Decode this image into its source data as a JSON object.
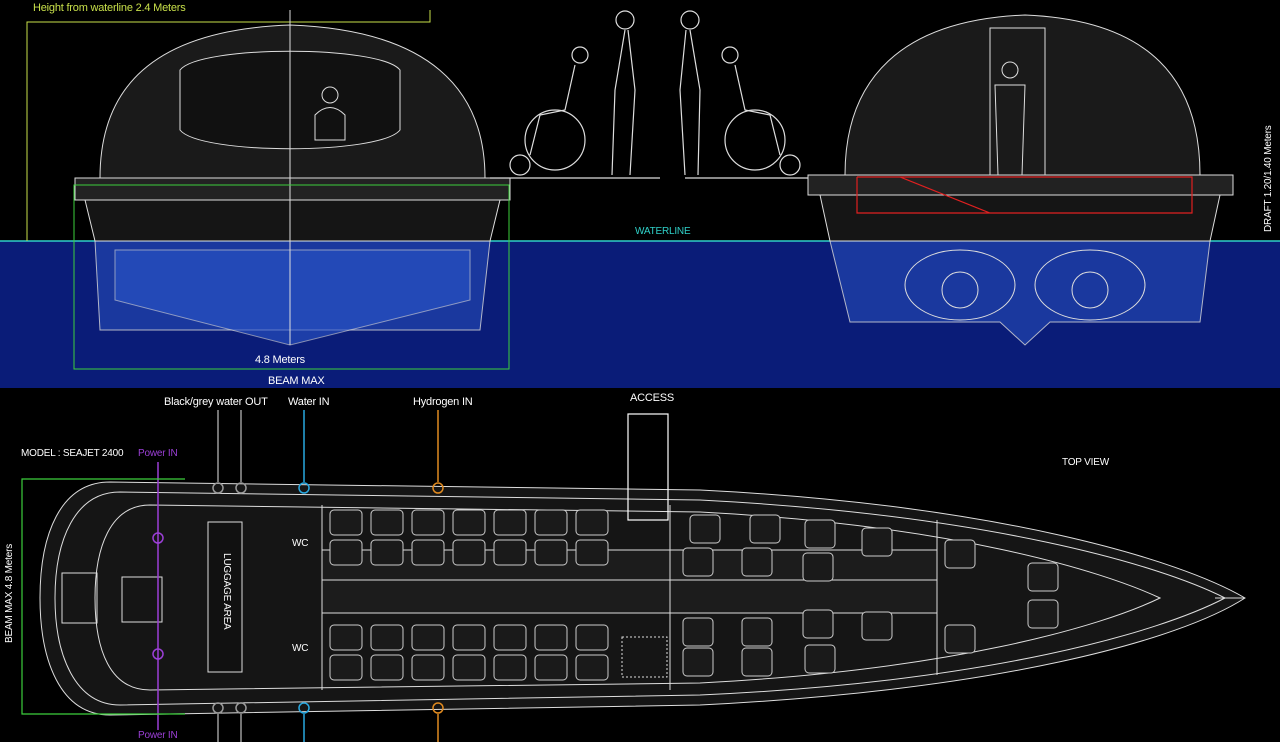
{
  "labels": {
    "height": "Height from waterline 2.4 Meters",
    "waterline": "WATERLINE",
    "draft": "DRAFT 1.20/1.40 Meters",
    "width": "4.8 Meters",
    "beam_max": "BEAM MAX",
    "black_grey_water": "Black/grey water OUT",
    "water_in": "Water IN",
    "hydrogen_in": "Hydrogen IN",
    "access": "ACCESS",
    "model": "MODEL : SEAJET 2400",
    "power_in_top": "Power IN",
    "power_in_bottom": "Power IN",
    "top_view": "TOP VIEW",
    "beam_max_side": "BEAM MAX 4.8 Meters",
    "luggage": "LUGGAGE AREA",
    "wc_top": "WC",
    "wc_bottom": "WC"
  },
  "colors": {
    "water": "#0a1c78",
    "waterline": "#2fd0c8",
    "dimension": "#c8e04a",
    "beam": "#3ccf3c",
    "power": "#9b3fd6",
    "water_in": "#29a8e0",
    "hydrogen": "#e08a20",
    "grey": "#9a9a9a",
    "red": "#e02020"
  }
}
